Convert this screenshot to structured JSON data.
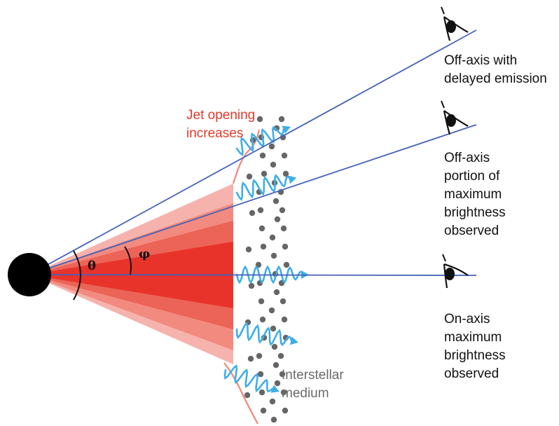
{
  "labels": {
    "jet_opening": [
      "Jet opening",
      "increases"
    ],
    "interstellar": [
      "Interstellar",
      "medium"
    ],
    "off_axis_delayed": [
      "Off-axis with",
      "delayed emission"
    ],
    "off_axis_portion": [
      "Off-axis",
      "portion of",
      "maximum",
      "brightness",
      "observed"
    ],
    "on_axis": [
      "On-axis",
      "maximum",
      "brightness",
      "observed"
    ],
    "theta": "θ",
    "phi": "φ"
  },
  "icons": [
    "eye-icon",
    "eye-icon",
    "eye-icon"
  ],
  "colors": {
    "sight_line": "#4563b8",
    "jet_core": "#e8332b",
    "jet_outer": "#f4a39d",
    "jet_mid": "#ee6a5e",
    "wave": "#3eaee8",
    "medium_dot": "#666666",
    "shock_front": "#f08878",
    "label_red": "#e03a2a",
    "label_grey": "#6b6b6b"
  }
}
